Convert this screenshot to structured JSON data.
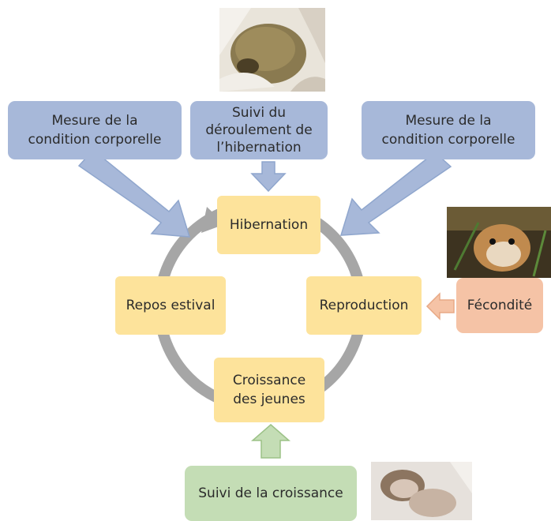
{
  "colors": {
    "measure_box": "#a7b8d9",
    "cycle_box": "#fde39b",
    "fecondite_box": "#f5c3a6",
    "croissance_box": "#c4ddb5",
    "cycle_ring": "#a6a6a6"
  },
  "top_boxes": {
    "left": {
      "lines": [
        "Mesure de la",
        "condition corporelle"
      ]
    },
    "center": {
      "lines": [
        "Suivi du",
        "déroulement de",
        "l’hibernation"
      ]
    },
    "right": {
      "lines": [
        "Mesure de la",
        "condition corporelle"
      ]
    }
  },
  "cycle": {
    "hibernation": "Hibernation",
    "reproduction": "Reproduction",
    "croissance": {
      "lines": [
        "Croissance",
        "des jeunes"
      ]
    },
    "repos": "Repos estival"
  },
  "fecondite": "Fécondité",
  "suivi_croissance": "Suivi de la croissance",
  "photos": [
    "hibernating-hamster-photo",
    "hamster-in-burrow-photo",
    "young-hamsters-photo"
  ]
}
